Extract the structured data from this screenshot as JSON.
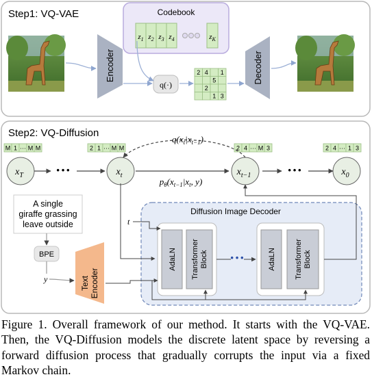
{
  "step1": {
    "title": "Step1: VQ-VAE",
    "codebook_title": "Codebook",
    "codebook_entries": [
      "z",
      "z",
      "z",
      "z",
      "z"
    ],
    "codebook_subs": [
      "1",
      "2",
      "3",
      "4",
      "K"
    ],
    "encoder_label": "Encoder",
    "decoder_label": "Decoder",
    "quantizer_label": "q(·)",
    "latent_grid": [
      "2",
      "4",
      "",
      "1",
      "",
      "",
      "5",
      "",
      "",
      "2",
      "",
      "",
      "",
      "",
      "1",
      "3"
    ]
  },
  "step2": {
    "title": "Step2: VQ-Diffusion",
    "forward_label": "q(x_t|x_{t-1})",
    "reverse_label": "p_θ(x_{t-1}|x_t, y)",
    "states": [
      {
        "name": "x",
        "sub": "T",
        "tokens": [
          "M",
          "1",
          "···",
          "M",
          "M"
        ]
      },
      {
        "name": "x",
        "sub": "t",
        "tokens": [
          "2",
          "1",
          "···",
          "M",
          "M"
        ]
      },
      {
        "name": "x",
        "sub": "t−1",
        "tokens": [
          "2",
          "4",
          "···",
          "M",
          "3"
        ]
      },
      {
        "name": "x",
        "sub": "0",
        "tokens": [
          "2",
          "4",
          "···",
          "1",
          "3"
        ]
      }
    ],
    "dots": "···",
    "prompt_text": "A single giraffe grassing leave outside",
    "bpe_label": "BPE",
    "y_label": "y",
    "t_label": "t",
    "text_encoder_label": "Text Encoder",
    "decoder_title": "Diffusion Image Decoder",
    "adaln_label": "AdaLN",
    "transformer_label": "Transformer Block"
  },
  "caption": "Figure 1. Overall framework of our method. It starts with the VQ-VAE. Then, the VQ-Diffusion models the discrete latent space by reversing a forward diffusion process that gradually corrupts the input via a fixed Markov chain.",
  "colors": {
    "encoder_gray": "#aab2c2",
    "codebook_bg": "#ece8f8",
    "codebook_border": "#b9acde",
    "token_green": "#d4ecc3",
    "text_encoder": "#f4b88c",
    "decoder_bg": "#e6ecf7",
    "node_bg": "#e8efe4"
  }
}
